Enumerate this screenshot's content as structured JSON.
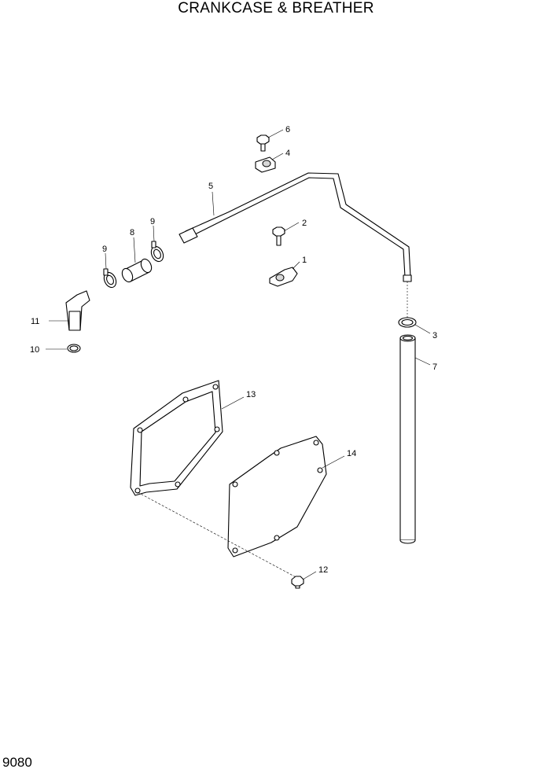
{
  "title": "CRANKCASE & BREATHER",
  "page_number": "9080",
  "callouts": {
    "p1": "1",
    "p2": "2",
    "p3": "3",
    "p4": "4",
    "p5": "5",
    "p6": "6",
    "p7": "7",
    "p8": "8",
    "p9a": "9",
    "p9b": "9",
    "p10": "10",
    "p11": "11",
    "p12": "12",
    "p13": "13",
    "p14": "14"
  }
}
